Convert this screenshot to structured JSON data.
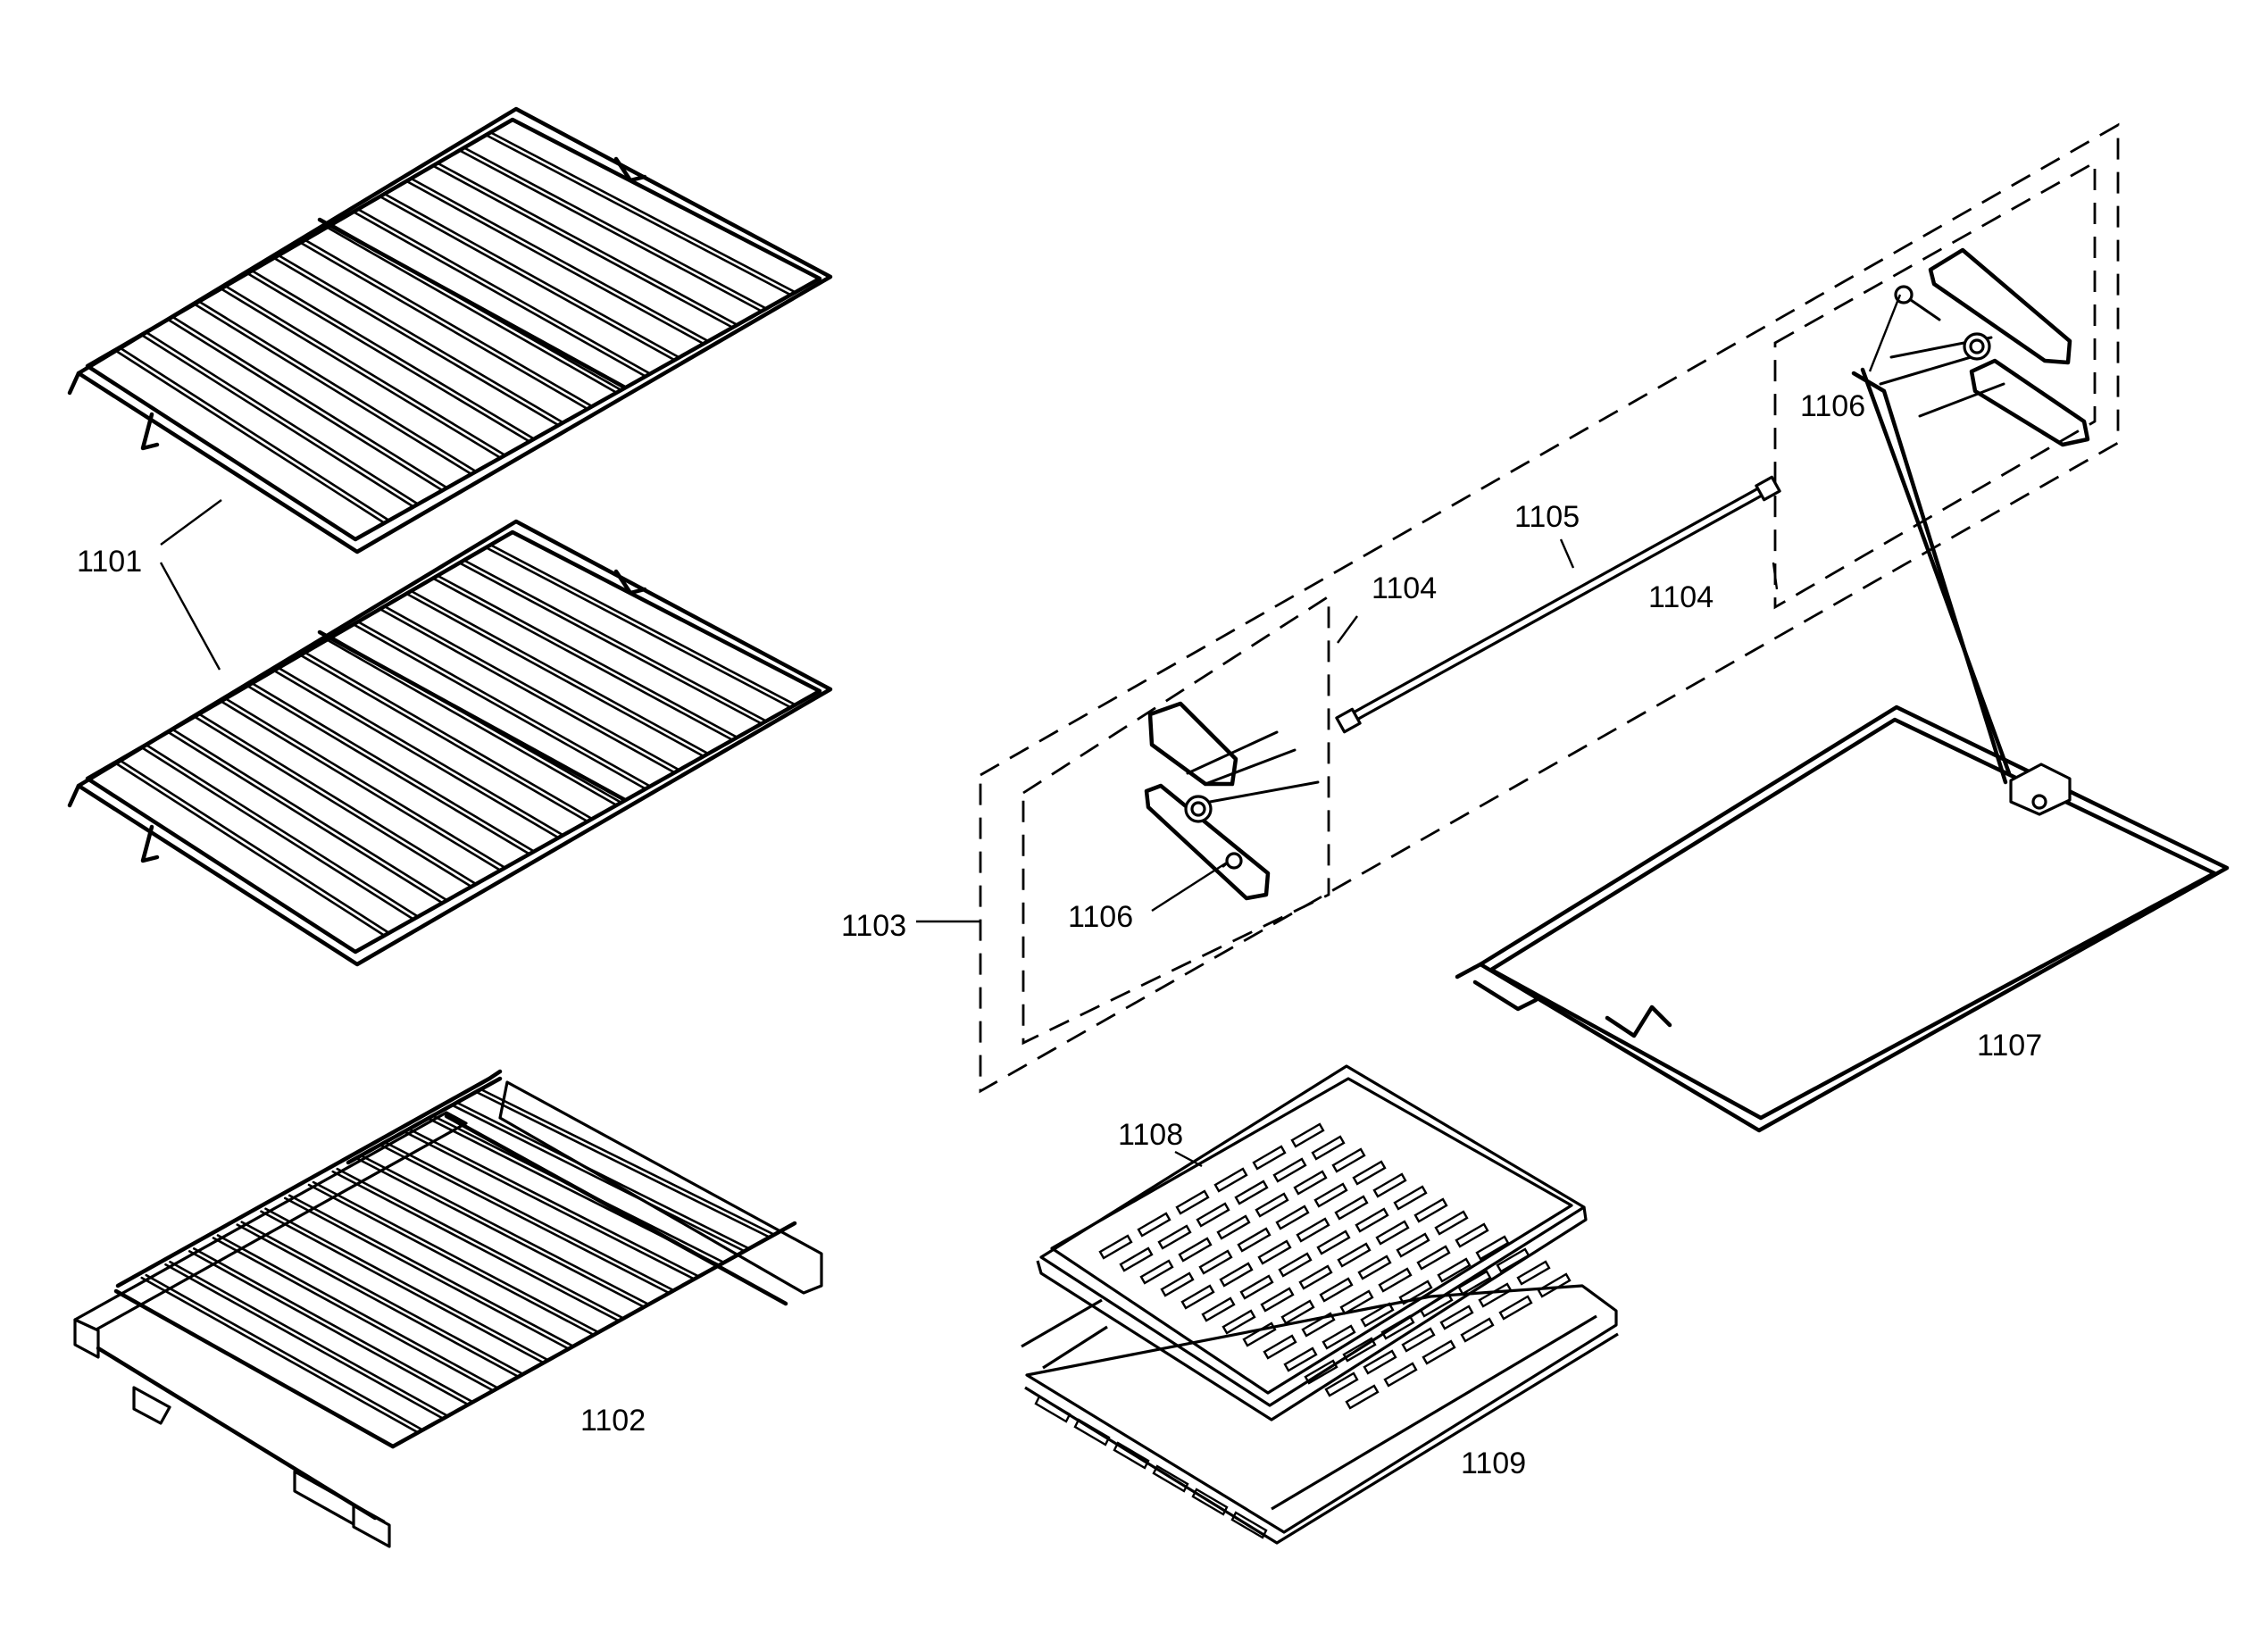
{
  "diagram": {
    "labels": {
      "l1101": "1101",
      "l1102": "1102",
      "l1103": "1103",
      "l1104a": "1104",
      "l1104b": "1104",
      "l1105": "1105",
      "l1106a": "1106",
      "l1106b": "1106",
      "l1107": "1107",
      "l1108": "1108",
      "l1109": "1109"
    },
    "colors": {
      "line": "#000000",
      "background": "#ffffff"
    }
  }
}
